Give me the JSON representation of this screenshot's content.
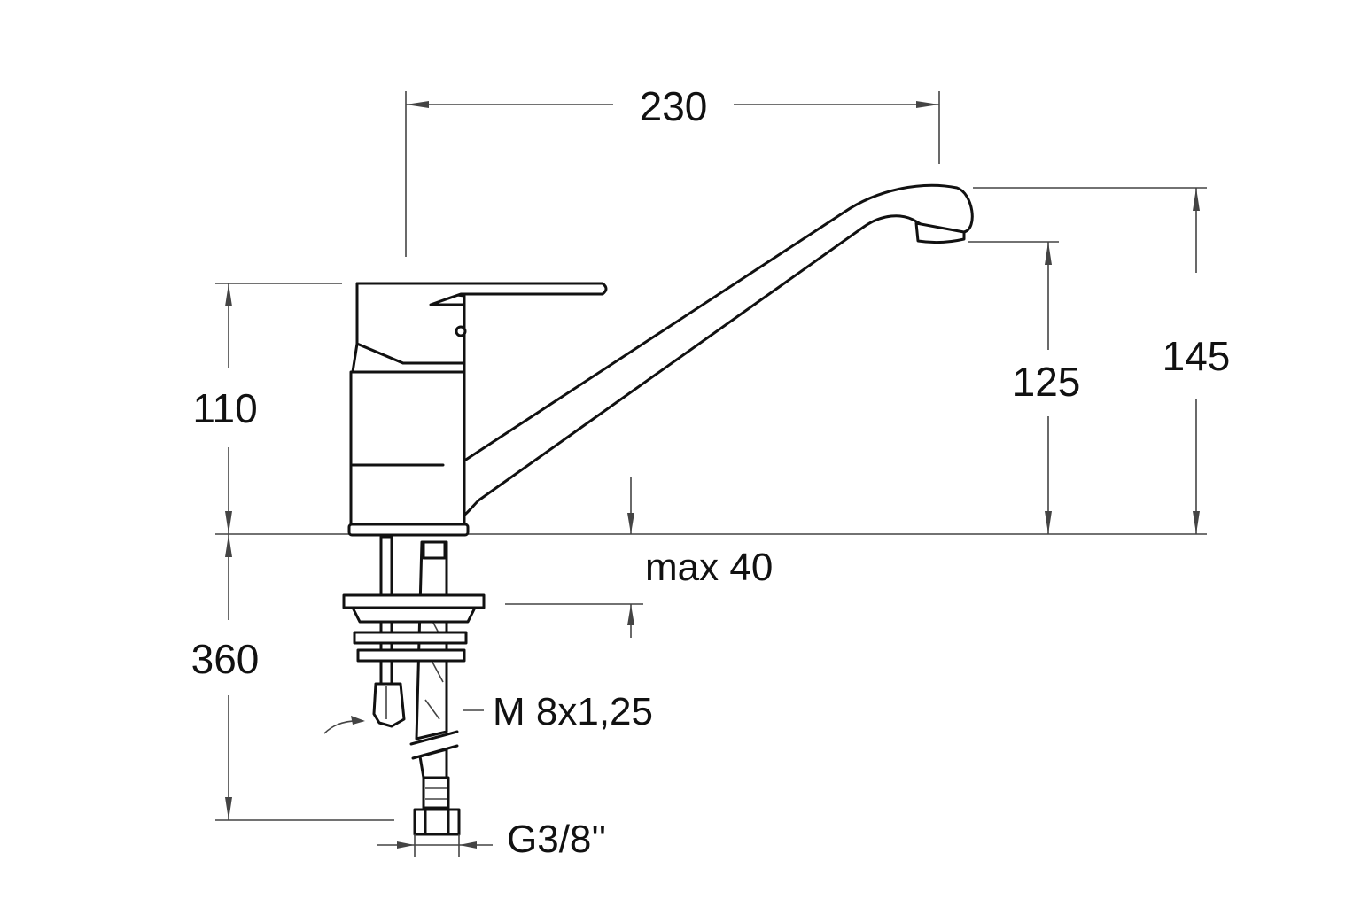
{
  "dimensions": {
    "total_reach": "230",
    "tap_height": "110",
    "spout_clearance": "125",
    "total_height": "145",
    "max_deck_thickness": "max 40",
    "hose_length": "360",
    "stud_thread": "M 8x1,25",
    "hose_connection": "G3/8''"
  },
  "colors": {
    "line": "#111111",
    "dimension_line": "#444444",
    "background": "#ffffff"
  }
}
